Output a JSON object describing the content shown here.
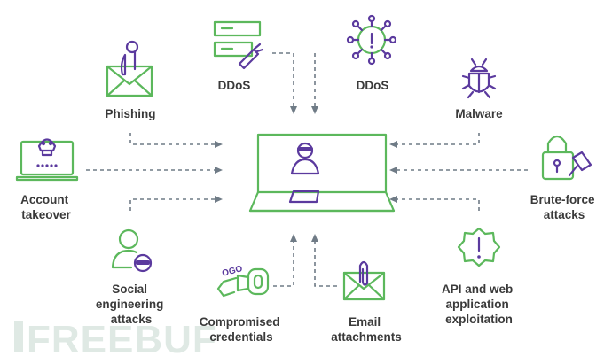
{
  "center": {
    "label": "compromised-computer",
    "icon": "laptop-with-hacker-icon"
  },
  "attacks": {
    "ddos_server": {
      "label": "DDoS",
      "icon": "server-with-bomb-icon"
    },
    "ddos_virus": {
      "label": "DDoS",
      "icon": "virus-icon"
    },
    "phishing": {
      "label": "Phishing",
      "icon": "envelope-with-hook-icon"
    },
    "malware": {
      "label": "Malware",
      "icon": "bug-icon"
    },
    "account_takeover": {
      "lines": [
        "Account",
        "takeover"
      ],
      "icon": "laptop-skull-icon"
    },
    "brute_force": {
      "lines": [
        "Brute-force",
        "attacks"
      ],
      "icon": "lock-with-hammer-icon"
    },
    "social_engineering": {
      "lines": [
        "Social",
        "engineering",
        "attacks"
      ],
      "icon": "user-with-mask-icon"
    },
    "api_web": {
      "lines": [
        "API and web",
        "application",
        "exploitation"
      ],
      "icon": "alert-shield-icon"
    },
    "compromised_credentials": {
      "lines": [
        "Compromised",
        "credentials"
      ],
      "icon": "key-icon"
    },
    "email_attachments": {
      "lines": [
        "Email",
        "attachments"
      ],
      "icon": "envelope-paperclip-icon"
    }
  },
  "watermark": "FREEBUF",
  "colors": {
    "icon_primary": "#5cb85c",
    "icon_accent": "#5b3a9e",
    "arrows": "#6f7b86",
    "text": "#3a3a3a"
  }
}
